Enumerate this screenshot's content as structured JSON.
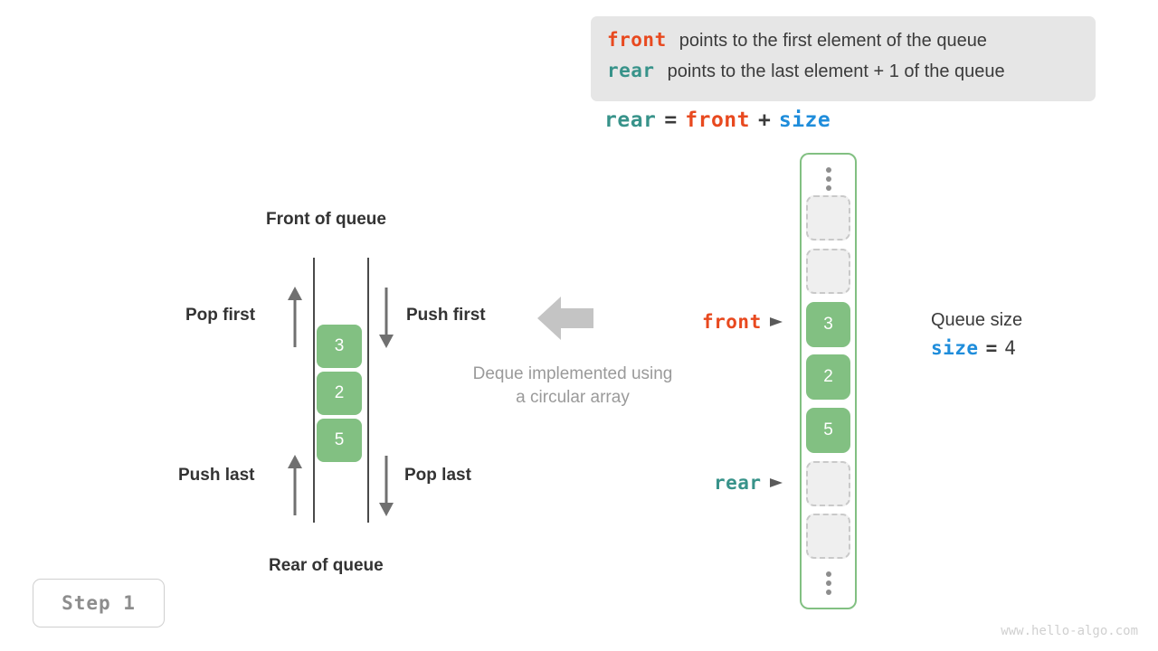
{
  "legend": {
    "rows": [
      {
        "keyword": "front",
        "text": "points to the first element of the queue",
        "color": "#e8491f"
      },
      {
        "keyword": "rear",
        "text": "points to the last element + 1 of the queue",
        "color": "#38938a"
      }
    ]
  },
  "formula": {
    "lhs": "rear",
    "eq": "=",
    "rhs1": "front",
    "plus": "+",
    "rhs2": "size"
  },
  "deque": {
    "top_label": "Front of queue",
    "bottom_label": "Rear of queue",
    "pop_first": "Pop first",
    "push_first": "Push first",
    "push_last": "Push last",
    "pop_last": "Pop last",
    "caption_line1": "Deque implemented using",
    "caption_line2": "a circular array",
    "cells": [
      "3",
      "2",
      "5"
    ]
  },
  "circular_array": {
    "cells": [
      {
        "value": "",
        "state": "empty"
      },
      {
        "value": "",
        "state": "empty"
      },
      {
        "value": "3",
        "state": "filled"
      },
      {
        "value": "2",
        "state": "filled"
      },
      {
        "value": "5",
        "state": "filled"
      },
      {
        "value": "",
        "state": "empty"
      },
      {
        "value": "",
        "state": "empty"
      }
    ],
    "pointers": {
      "front_label": "front",
      "rear_label": "rear"
    }
  },
  "queue_size": {
    "title": "Queue size",
    "keyword": "size",
    "eq": "=",
    "value": "4"
  },
  "step_badge": "Step 1",
  "watermark": "www.hello-algo.com",
  "colors": {
    "front": "#e8491f",
    "rear": "#38938a",
    "size": "#1f8ddb",
    "cell_fill": "#82c082",
    "empty_fill": "#efefef",
    "legend_bg": "#e6e6e6",
    "muted_text": "#9a9a9a"
  }
}
